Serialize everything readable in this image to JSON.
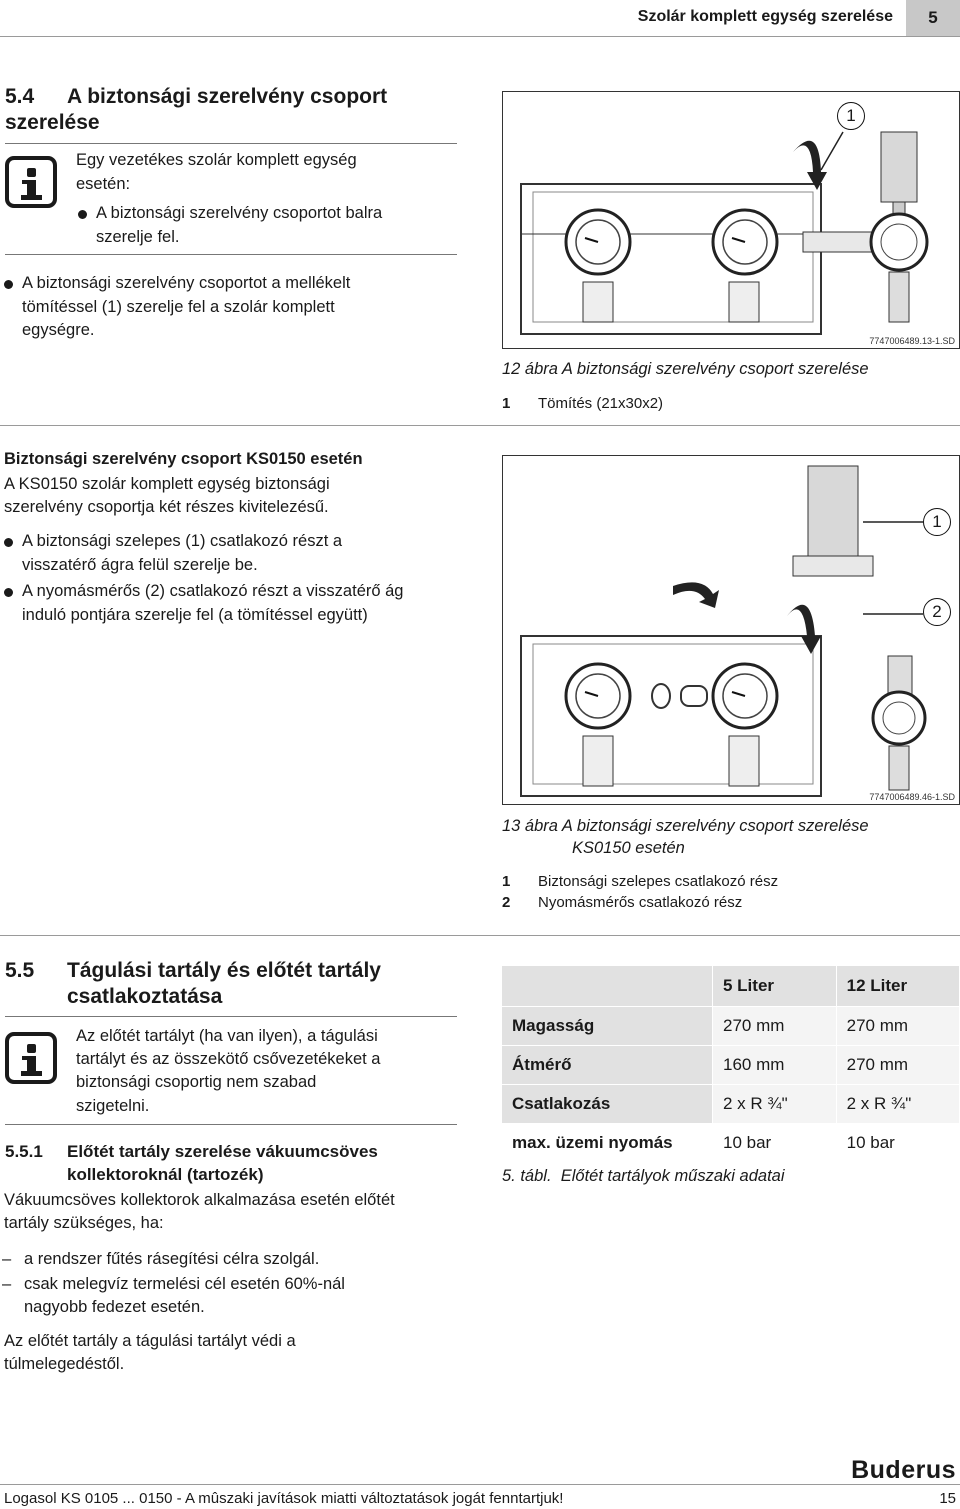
{
  "header": {
    "title": "Szolár komplett egység szerelése",
    "chapter": "5"
  },
  "section54": {
    "number": "5.4",
    "title": "A biztonsági szerelvény csoport szerelése",
    "info_line1": "Egy vezetékes szolár komplett egység",
    "info_line2": "esetén:",
    "info_bullet_line1": "A biztonsági szerelvény csoportot balra",
    "info_bullet_line2": "szerelje fel.",
    "bullet_line1": "A biztonsági szerelvény csoportot a mellékelt",
    "bullet_line2": "tömítéssel (1) szerelje fel a szolár komplett",
    "bullet_line3": "egységre."
  },
  "figure12": {
    "code": "7747006489.13-1.SD",
    "callout1": "1",
    "caption": "12 ábra A biztonsági szerelvény csoport szerelése",
    "legend": [
      {
        "num": "1",
        "text": "Tömítés (21x30x2)"
      }
    ]
  },
  "ks0150": {
    "heading": "Biztonsági szerelvény csoport KS0150 esetén",
    "para_line1": "A KS0150 szolár komplett egység biztonsági",
    "para_line2": "szerelvény csoportja két részes kivitelezésű.",
    "b1_line1": "A biztonsági szelepes (1) csatlakozó részt a",
    "b1_line2": "visszatérő ágra felül szerelje be.",
    "b2_line1": "A nyomásmérős (2) csatlakozó részt a visszatérő ág",
    "b2_line2": "induló pontjára szerelje fel (a tömítéssel együtt)"
  },
  "figure13": {
    "code": "7747006489.46-1.SD",
    "callout1": "1",
    "callout2": "2",
    "caption_line1": "13 ábra A biztonsági szerelvény csoport szerelése",
    "caption_line2": "KS0150 esetén",
    "legend": [
      {
        "num": "1",
        "text": "Biztonsági szelepes csatlakozó rész"
      },
      {
        "num": "2",
        "text": "Nyomásmérős csatlakozó rész"
      }
    ]
  },
  "section55": {
    "number": "5.5",
    "title_line1": "Tágulási tartály és előtét tartály",
    "title_line2": "csatlakoztatása",
    "info_line1": "Az előtét tartályt (ha van ilyen), a tágulási",
    "info_line2": "tartályt és az összekötő csővezetékeket a",
    "info_line3": "biztonsági csoportig nem szabad",
    "info_line4": "szigetelni."
  },
  "section551": {
    "number": "5.5.1",
    "title_line1": "Előtét tartály szerelése vákuumcsöves",
    "title_line2": "kollektoroknál (tartozék)",
    "para_line1": "Vákuumcsöves kollektorok alkalmazása esetén előtét",
    "para_line2": "tartály szükséges, ha:",
    "dash1": "a rendszer fűtés rásegítési célra szolgál.",
    "dash2_line1": "csak melegvíz termelési cél esetén 60%-nál",
    "dash2_line2": "nagyobb fedezet esetén.",
    "closing_line1": "Az előtét tartály a tágulási tartályt védi a",
    "closing_line2": "túlmelegedéstől."
  },
  "table5": {
    "headers": [
      "",
      "5 Liter",
      "12 Liter"
    ],
    "rows": [
      [
        "Magasság",
        "270 mm",
        "270 mm"
      ],
      [
        "Átmérő",
        "160 mm",
        "270 mm"
      ],
      [
        "Csatlakozás",
        "2 x R ¾\"",
        "2 x R ¾\""
      ],
      [
        "max. üzemi nyomás",
        "10 bar",
        "10 bar"
      ]
    ],
    "caption_num": "5. tábl.",
    "caption_text": "Előtét tartályok műszaki adatai"
  },
  "footer": {
    "logo": "Buderus",
    "left": "Logasol KS 0105 ... 0150 - A mûszaki javítások miatti változtatások jogát fenntartjuk!",
    "page": "15"
  }
}
